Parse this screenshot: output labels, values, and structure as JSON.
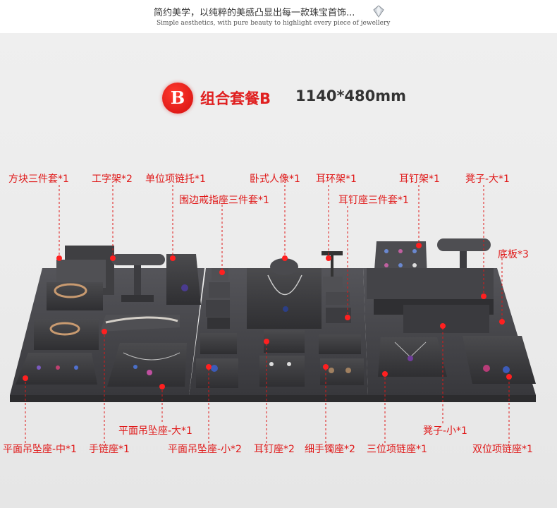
{
  "header": {
    "tagline_zh": "简约美学，以纯粹的美感凸显出每一款珠宝首饰...",
    "tagline_en": "Simple aesthetics, with pure beauty to highlight every piece of jewellery"
  },
  "title": {
    "badge": "B",
    "name": "组合套餐B",
    "size": "1140*480mm"
  },
  "labels": {
    "square_block_set": "方块三件套*1",
    "t_bar_stand": "工字架*2",
    "single_necklace_holder": "单位项链托*1",
    "ring_holder_set": "围边戒指座三件套*1",
    "reclining_bust": "卧式人像*1",
    "earring_rack": "耳环架*1",
    "earring_base_set": "耳钉座三件套*1",
    "stud_rack": "耳钉架*1",
    "stool_large": "凳子-大*1",
    "base_board": "底板*3",
    "pendant_base_large": "平面吊坠座-大*1",
    "pendant_base_medium": "平面吊坠座-中*1",
    "bracelet_base": "手链座*1",
    "pendant_base_small": "平面吊坠座-小*2",
    "stud_base": "耳钉座*2",
    "thin_bangle_base": "细手镯座*2",
    "triple_necklace_base": "三位项链座*1",
    "stool_small": "凳子-小*1",
    "double_necklace_base": "双位项链座*1"
  },
  "colors": {
    "accent_red": "#e01818",
    "leather": "#3a3a3c",
    "background": "#ececec"
  },
  "icons": [
    "gem-icon"
  ]
}
